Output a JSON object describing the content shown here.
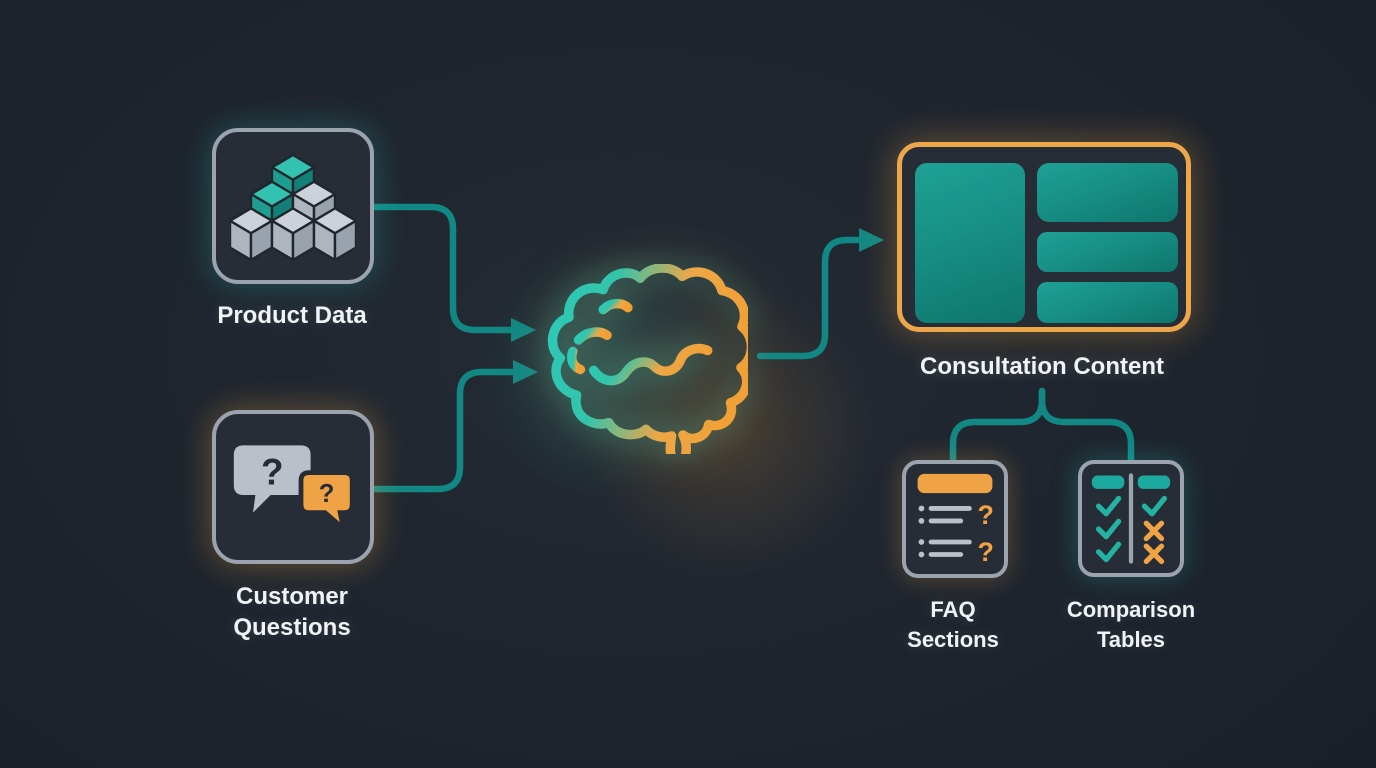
{
  "diagram": {
    "nodes": {
      "product_data": {
        "label": "Product Data",
        "icon": "cubes-icon"
      },
      "customer_questions": {
        "label": "Customer Questions",
        "icon": "chat-question-bubbles-icon"
      },
      "ai_brain": {
        "label": "",
        "icon": "brain-icon"
      },
      "consultation_content": {
        "label": "Consultation Content",
        "icon": "layout-wireframe-icon"
      },
      "faq_sections": {
        "label": "FAQ Sections",
        "icon": "faq-list-icon"
      },
      "comparison_tables": {
        "label": "Comparison Tables",
        "icon": "comparison-table-icon"
      }
    },
    "edges": [
      {
        "from": "product_data",
        "to": "ai_brain"
      },
      {
        "from": "customer_questions",
        "to": "ai_brain"
      },
      {
        "from": "ai_brain",
        "to": "consultation_content"
      },
      {
        "from": "consultation_content",
        "to": "faq_sections"
      },
      {
        "from": "consultation_content",
        "to": "comparison_tables"
      }
    ],
    "colors": {
      "background": "#1d232c",
      "connector_teal": "#128884",
      "teal_bright": "#2dc9b6",
      "teal_panel": "#1a9288",
      "orange": "#f0a344",
      "box_fill": "#272d37",
      "box_border": "#9aa3ae",
      "text": "#f1f4f7"
    }
  },
  "icons": {
    "question_mark": "?"
  }
}
